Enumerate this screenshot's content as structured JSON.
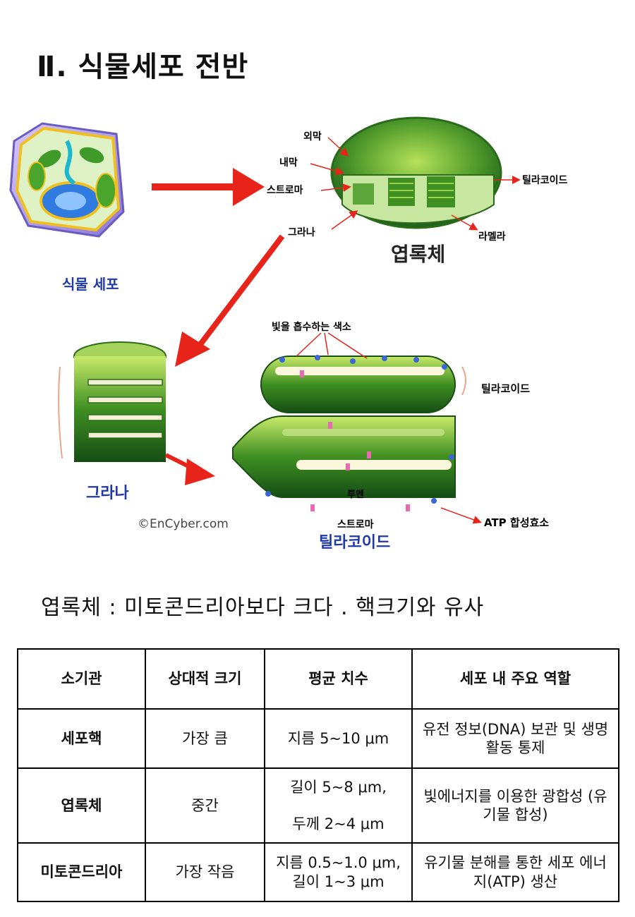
{
  "title": "Ⅱ. 식물세포 전반",
  "figure": {
    "plant_cell_label": "식물 세포",
    "chloroplast_label": "엽록체",
    "outer_membrane": "외막",
    "inner_membrane": "내막",
    "stroma_top": "스트로마",
    "grana_top": "그라나",
    "thylakoid_top": "틸라코이드",
    "lamella": "라멜라",
    "pigment": "빛을 흡수하는 색소",
    "thylakoid_right": "틸라코이드",
    "grana_label": "그라나",
    "copyright": "©EnCyber.com",
    "lumen": "루멘",
    "stroma_bottom": "스트로마",
    "atp": "ATP 합성효소",
    "thylakoid_bottom": "틸라코이드",
    "colors": {
      "arrow": "#e8241a",
      "label_blue": "#1f3aa8",
      "green_dark": "#1d5e1d",
      "green_light": "#9bd44a"
    }
  },
  "caption": "엽록체 : 미토콘드리아보다 크다 .  핵크기와 유사",
  "table": {
    "headers": [
      "소기관",
      "상대적 크기",
      "평균 치수",
      "세포 내 주요 역할"
    ],
    "rows": [
      {
        "name": "세포핵",
        "size": "가장 큼",
        "dim1": "지름 5~10 μm",
        "dim2": "",
        "role": "유전 정보(DNA) 보관 및 생명 활동 통제"
      },
      {
        "name": "엽록체",
        "size": "중간",
        "dim1": "길이 5~8 μm,",
        "dim2": "두께 2~4 μm",
        "role": "빛에너지를 이용한 광합성 (유기물 합성)"
      },
      {
        "name": "미토콘드리아",
        "size": "가장 작음",
        "dim1": "지름 0.5~1.0 μm,",
        "dim2": "길이 1~3 μm",
        "role": "유기물 분해를 통한 세포 에너지(ATP) 생산"
      }
    ]
  }
}
